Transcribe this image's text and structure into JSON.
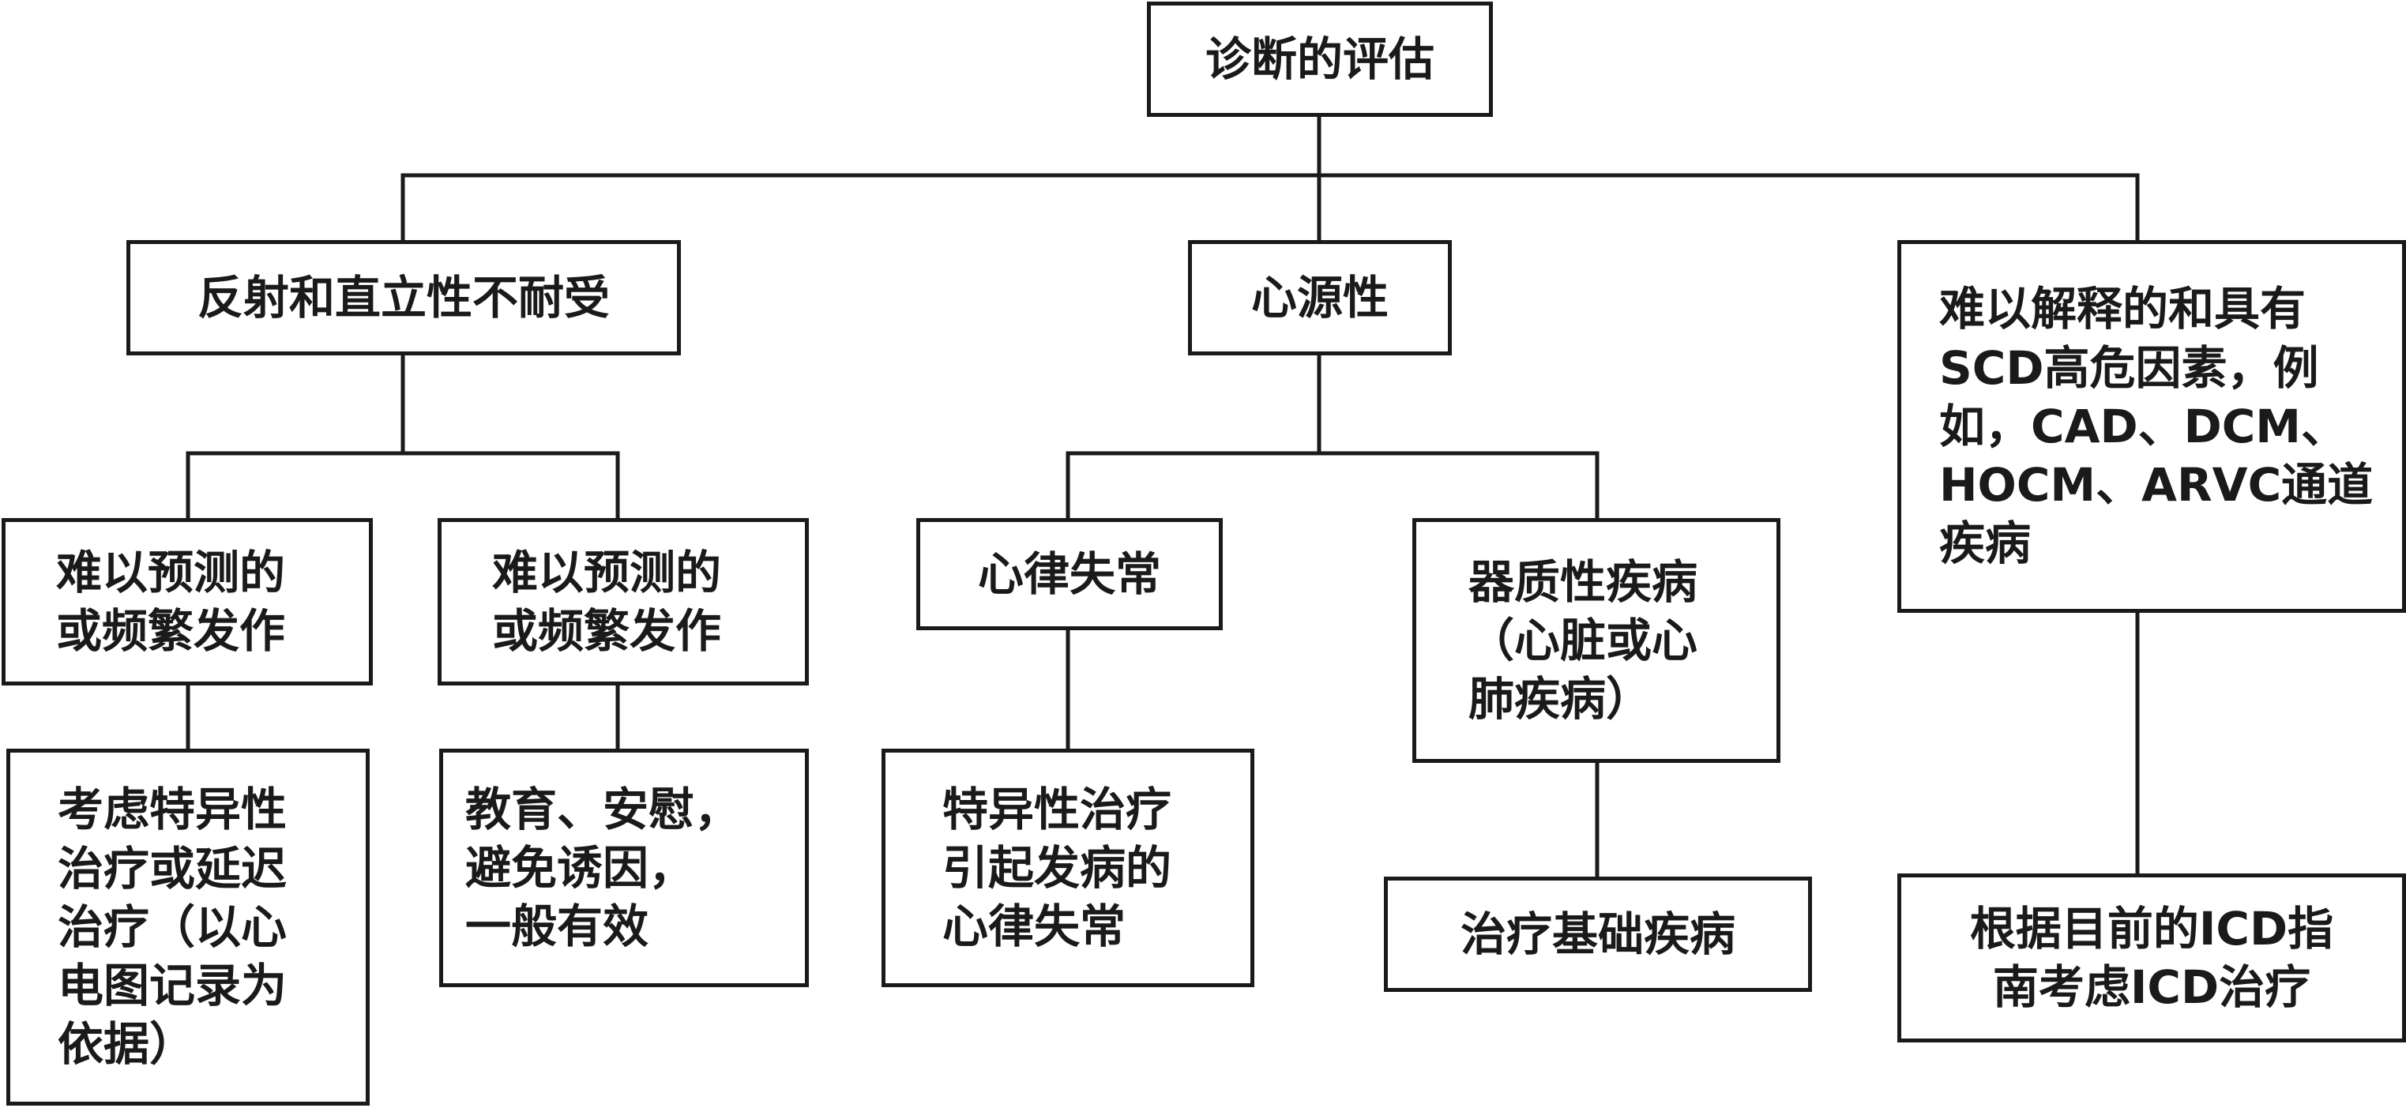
{
  "diagram": {
    "title": "诊断的评估",
    "categories": {
      "reflex": "反射和直立性不耐受",
      "cardiac": "心源性",
      "unexplained": "难以解释的和具有\nSCD高危因素，例\n如，CAD、DCM、\nHOCM、ARVC通道\n疾病"
    },
    "reflex_branches": {
      "left": "难以预测的\n或频繁发作",
      "right": "难以预测的\n或频繁发作"
    },
    "cardiac_branches": {
      "arrhythmia": "心律失常",
      "structural": "器质性疾病\n（心脏或心\n肺疾病）"
    },
    "outcomes": {
      "specific_therapy": "考虑特异性\n治疗或延迟\n治疗（以心\n电图记录为\n依据）",
      "education": "教育、安慰，\n避免诱因，\n一般有效",
      "arrhythmia_therapy": "特异性治疗\n引起发病的\n心律失常",
      "treat_underlying": "治疗基础疾病",
      "icd": "根据目前的ICD指\n南考虑ICD治疗"
    }
  }
}
